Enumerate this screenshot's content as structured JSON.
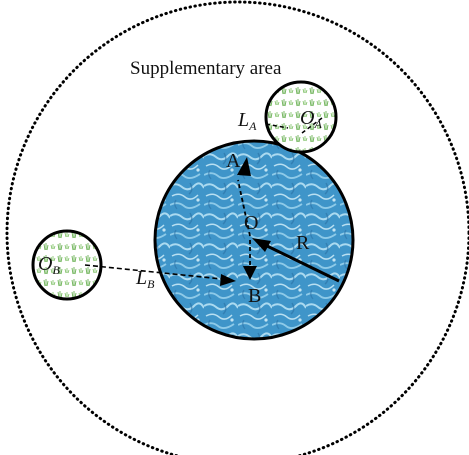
{
  "diagram": {
    "supplementary_label": "Supplementary area",
    "center_point": "O",
    "radius_label": "R",
    "point_a": "A",
    "point_b": "B",
    "center_a_main": "O",
    "center_a_sub": "A",
    "center_b_main": "O",
    "center_b_sub": "B",
    "distance_a_main": "L",
    "distance_a_sub": "A",
    "distance_b_main": "L",
    "distance_b_sub": "B"
  },
  "colors": {
    "water_base": "#3a8fc4",
    "water_light": "#9fd6f0",
    "grass": "#5faa4a",
    "stroke": "#000000"
  }
}
